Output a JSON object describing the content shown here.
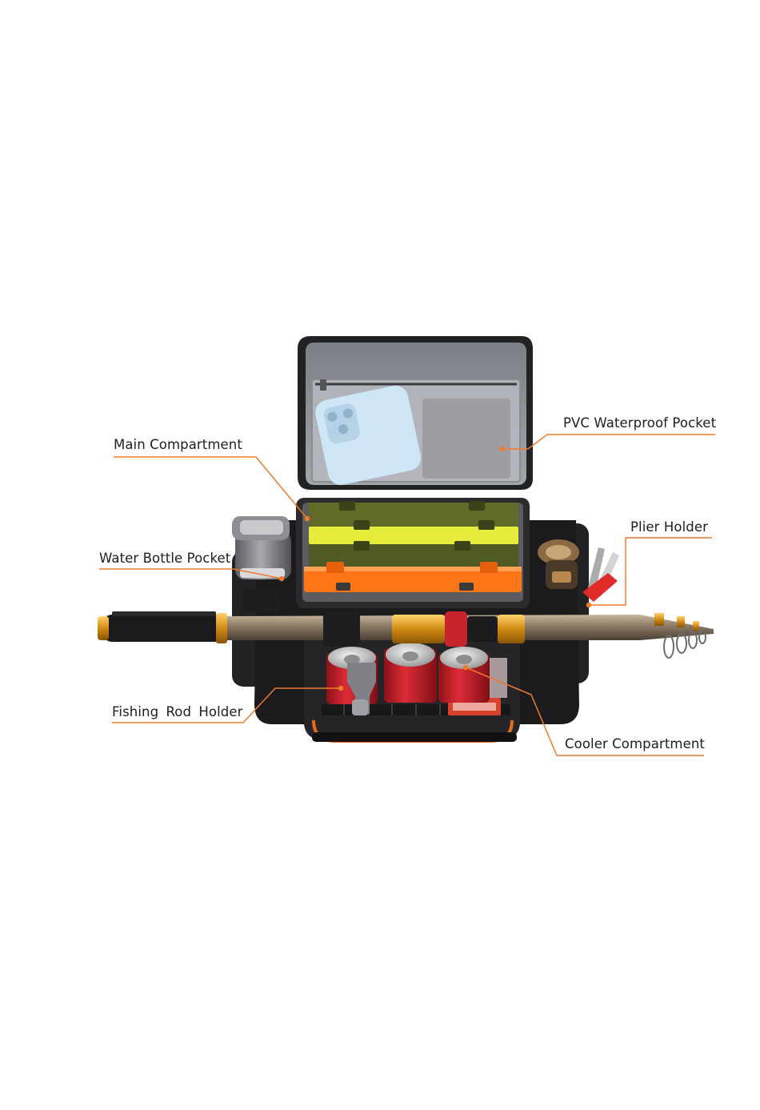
{
  "callouts": {
    "main_compartment": "Main Compartment",
    "pvc_pocket": "PVC Waterproof Pocket",
    "plier_holder": "Plier Holder",
    "water_bottle": "Water Bottle Pocket",
    "fishing_rod": "Fishing  Rod  Holder",
    "cooler": "Cooler Compartment"
  },
  "colors": {
    "background": "#ffffff",
    "leader_line": "#f07a2b",
    "bag_body": "#1c1c1e",
    "accent_orange": "#ff7a1a",
    "accent_yellow": "#e8ee3a",
    "accent_olive": "#5d6b2a",
    "lid_lining": "#8d9096",
    "can_red": "#c9242e"
  },
  "icons": [
    "fishing-bag-photo",
    "smartphone-icon",
    "water-bottle-icon",
    "tackle-box-icon",
    "fishing-rod-icon",
    "soda-can-icon",
    "pliers-icon",
    "reel-icon"
  ]
}
